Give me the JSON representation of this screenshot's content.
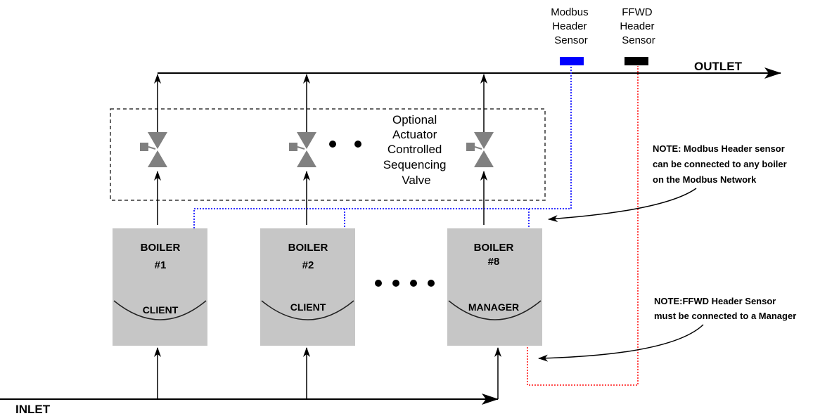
{
  "diagram": {
    "outlet_label": "OUTLET",
    "inlet_label": "INLET",
    "modbus_sensor": [
      "Modbus",
      "Header",
      "Sensor"
    ],
    "ffwd_sensor": [
      "FFWD",
      "Header",
      "Sensor"
    ],
    "valve_note": [
      "Optional",
      "Actuator",
      "Controlled",
      "Sequencing",
      "Valve"
    ],
    "boilers": [
      {
        "title": "BOILER",
        "number": "#1",
        "role": "CLIENT"
      },
      {
        "title": "BOILER",
        "number": "#2",
        "role": "CLIENT"
      },
      {
        "title": "BOILER",
        "number": "#8",
        "role": "MANAGER"
      }
    ],
    "note_modbus": [
      "NOTE: Modbus Header sensor",
      "can be connected to any boiler",
      "on the Modbus Network"
    ],
    "note_ffwd": [
      "NOTE:FFWD Header Sensor",
      "must be connected to a Manager"
    ],
    "colors": {
      "boiler_fill": "#c6c6c6",
      "modbus_line": "#1a1aff",
      "ffwd_line": "#ff3333",
      "enclosure": "#333333",
      "valve": "#808080",
      "modbus_sensor": "#0000ff",
      "ffwd_sensor": "#000000"
    }
  }
}
